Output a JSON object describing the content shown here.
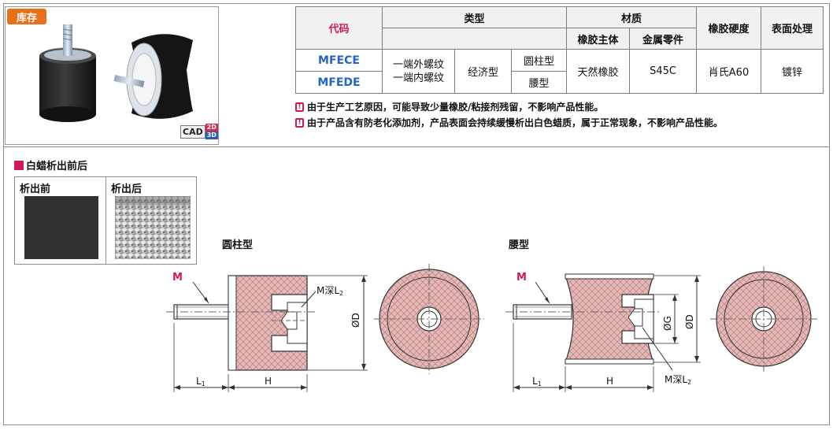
{
  "stock_label": "库存",
  "cad": {
    "label": "CAD",
    "d2": "2D",
    "d3": "3D"
  },
  "table": {
    "header": {
      "code": "代码",
      "type": "类型",
      "material": "材质",
      "rubber_body": "橡胶主体",
      "metal_parts": "金属零件",
      "hardness": "橡胶硬度",
      "surface": "表面处理"
    },
    "codes": [
      "MFECE",
      "MFEDE"
    ],
    "thread_types": [
      "一端外螺纹",
      "一端内螺纹"
    ],
    "grade": "经济型",
    "shapes": [
      "圆柱型",
      "腰型"
    ],
    "rubber": "天然橡胶",
    "metal": "S45C",
    "hardness": "肖氏A60",
    "surface": "镀锌"
  },
  "notes": [
    "由于生产工艺原因，可能导致少量橡胶/粘接剂残留，不影响产品性能。",
    "由于产品含有防老化添加剂，产品表面会持续缓慢析出白色蜡质，属于正常现象，不影响产品性能。"
  ],
  "wax": {
    "title": "白蜡析出前后",
    "before": "析出前",
    "after": "析出后"
  },
  "drawings": {
    "cylinder": {
      "title": "圆柱型",
      "M": "M",
      "M_depth": "M深L",
      "M_depth_sub": "2",
      "D": "ØD",
      "L1": "L",
      "L1_sub": "1",
      "H": "H"
    },
    "waist": {
      "title": "腰型",
      "M": "M",
      "M_depth": "M深L",
      "M_depth_sub": "2",
      "G": "ØG",
      "D": "ØD",
      "L1": "L",
      "L1_sub": "1",
      "H": "H"
    }
  },
  "colors": {
    "accent": "#d0195c",
    "code_blue": "#2466c7",
    "stock_orange": "#e8701a"
  }
}
